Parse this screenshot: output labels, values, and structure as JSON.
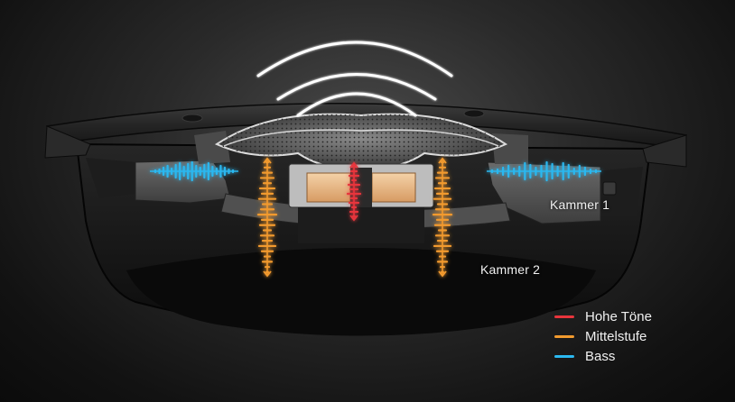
{
  "labels": {
    "chamber_1": "Kammer 1",
    "chamber_2": "Kammer 2"
  },
  "legend": [
    {
      "label": "Hohe Töne",
      "color": "#e8353c"
    },
    {
      "label": "Mittelstufe",
      "color": "#f29a2e"
    },
    {
      "label": "Bass",
      "color": "#2bb8f0"
    }
  ],
  "colors": {
    "treble": "#e8353c",
    "mid": "#f29a2e",
    "bass": "#2bb8f0",
    "waves": "#ffffff"
  },
  "icons": {
    "sound_waves": "sound-wave-arcs"
  }
}
